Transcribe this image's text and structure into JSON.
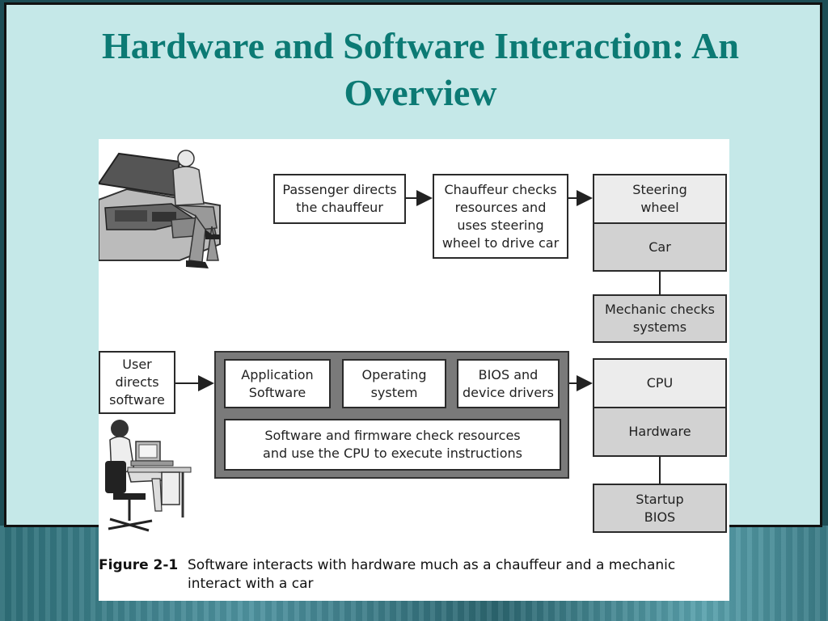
{
  "title": "Hardware and Software Interaction: An Overview",
  "diagram": {
    "passenger": "Passenger directs\nthe chauffeur",
    "chauffeur": "Chauffeur checks\nresources and\nuses steering\nwheel to drive car",
    "steering_wheel": "Steering\nwheel",
    "car": "Car",
    "mechanic": "Mechanic checks\nsystems",
    "user": "User\ndirects\nsoftware",
    "application_software": "Application\nSoftware",
    "operating_system": "Operating\nsystem",
    "bios_drivers": "BIOS and\ndevice drivers",
    "software_firmware": "Software and firmware check resources\nand use the CPU to execute instructions",
    "cpu": "CPU",
    "hardware": "Hardware",
    "startup_bios": "Startup\nBIOS"
  },
  "caption": {
    "label": "Figure 2-1",
    "text": "Software interacts with hardware much as a chauffeur and a mechanic interact with a car"
  },
  "colors": {
    "title": "#0c7a74",
    "panel": "#c5e8e8"
  }
}
